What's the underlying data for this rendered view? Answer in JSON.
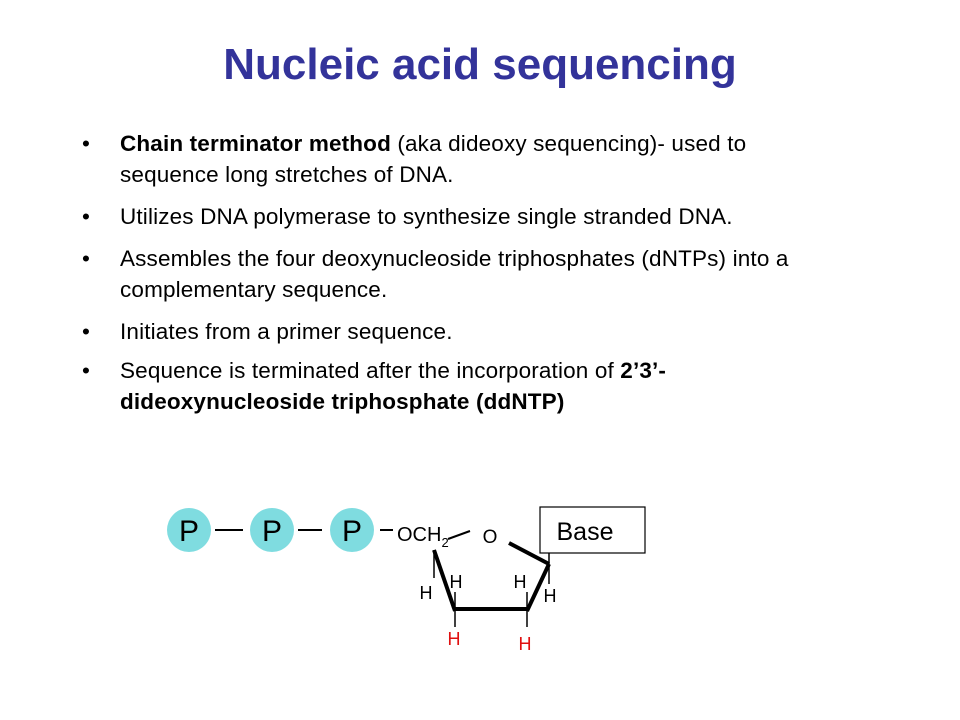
{
  "slide": {
    "title": "Nucleic acid sequencing",
    "bullet_char": "•",
    "bullets": [
      {
        "segments": [
          {
            "text": "Chain terminator method",
            "bold": true
          },
          {
            "text": " (aka dideoxy sequencing)- used to sequence long stretches of DNA.",
            "bold": false
          }
        ]
      },
      {
        "segments": [
          {
            "text": "Utilizes DNA polymerase to synthesize single stranded DNA.",
            "bold": false
          }
        ]
      },
      {
        "segments": [
          {
            "text": "Assembles the four deoxynucleoside triphosphates (dNTPs) into a complementary sequence.",
            "bold": false
          }
        ]
      },
      {
        "segments": [
          {
            "text": "Initiates from a primer sequence.",
            "bold": false
          }
        ]
      },
      {
        "segments": [
          {
            "text": "Sequence is terminated after the incorporation of ",
            "bold": false
          },
          {
            "text": "2’3’-dideoxynucleoside triphosphate (ddNTP)",
            "bold": true
          }
        ]
      }
    ]
  },
  "diagram": {
    "phosphates": [
      "P",
      "P",
      "P"
    ],
    "och2_label": "OCH",
    "och2_subscript": "2",
    "ring_oxygen": "O",
    "base_label": "Base",
    "h_labels": {
      "c4_h": "H",
      "c3_h_up": "H",
      "c3_h_down": "H",
      "c2_h_up": "H",
      "c2_h_down": "H",
      "c1_h": "H"
    },
    "colors": {
      "title": "#33339a",
      "phosphate_fill": "#7fdce0",
      "highlight_h": "#e01010",
      "text": "#000000"
    }
  }
}
